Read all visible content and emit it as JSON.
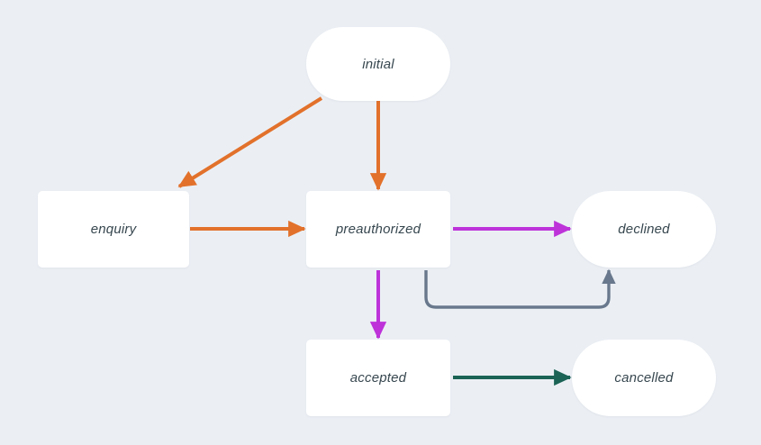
{
  "diagram": {
    "type": "state-machine",
    "background_color": "#ebeff4",
    "node_fill": "#ffffff",
    "label_color": "#37474f",
    "nodes": [
      {
        "id": "initial",
        "label": "initial",
        "shape": "pill"
      },
      {
        "id": "enquiry",
        "label": "enquiry",
        "shape": "rectangle"
      },
      {
        "id": "preauthorized",
        "label": "preauthorized",
        "shape": "rectangle"
      },
      {
        "id": "declined",
        "label": "declined",
        "shape": "pill"
      },
      {
        "id": "accepted",
        "label": "accepted",
        "shape": "rectangle"
      },
      {
        "id": "cancelled",
        "label": "cancelled",
        "shape": "pill"
      }
    ],
    "edges": [
      {
        "id": "initial-to-enquiry",
        "from": "initial",
        "to": "enquiry",
        "color": "#e2712b",
        "style": "straight-diagonal"
      },
      {
        "id": "initial-to-preauthorized",
        "from": "initial",
        "to": "preauthorized",
        "color": "#e2712b",
        "style": "straight-vertical"
      },
      {
        "id": "enquiry-to-preauthorized",
        "from": "enquiry",
        "to": "preauthorized",
        "color": "#e2712b",
        "style": "straight-horizontal"
      },
      {
        "id": "preauthorized-to-declined",
        "from": "preauthorized",
        "to": "declined",
        "color": "#bd33d9",
        "style": "straight-horizontal"
      },
      {
        "id": "preauthorized-to-accepted",
        "from": "preauthorized",
        "to": "accepted",
        "color": "#bd33d9",
        "style": "straight-vertical"
      },
      {
        "id": "preauthorized-to-declined-alt",
        "from": "preauthorized",
        "to": "declined",
        "color": "#69788c",
        "style": "orthogonal-loop"
      },
      {
        "id": "accepted-to-cancelled",
        "from": "accepted",
        "to": "cancelled",
        "color": "#1a6355",
        "style": "straight-horizontal"
      }
    ],
    "colors": {
      "orange": "#e2712b",
      "magenta": "#bd33d9",
      "slate": "#69788c",
      "teal": "#1a6355"
    }
  }
}
